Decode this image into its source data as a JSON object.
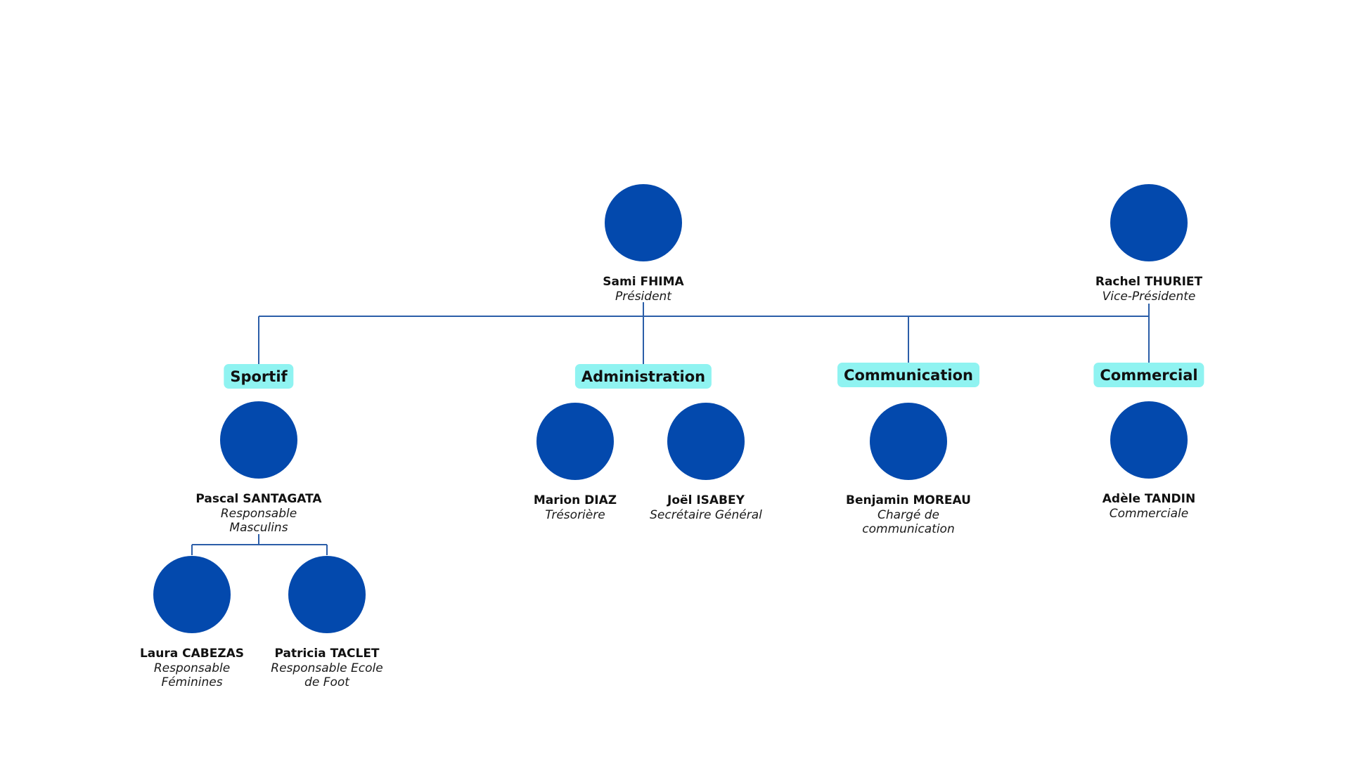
{
  "colors": {
    "avatar": "#0349ad",
    "connector": "#2b5ea8",
    "department_badge": "#8ff3f1"
  },
  "people": {
    "president": {
      "name": "Sami FHIMA",
      "role": "Président"
    },
    "vice_president": {
      "name": "Rachel THURIET",
      "role": "Vice-Présidente"
    },
    "sportif_head": {
      "name": "Pascal SANTAGATA",
      "role": "Responsable\nMasculins"
    },
    "feminines": {
      "name": "Laura CABEZAS",
      "role": "Responsable\nFéminines"
    },
    "ecole_foot": {
      "name": "Patricia TACLET",
      "role": "Responsable Ecole\nde Foot"
    },
    "tresoriere": {
      "name": "Marion DIAZ",
      "role": "Trésorière"
    },
    "secretaire": {
      "name": "Joël ISABEY",
      "role": "Secrétaire Général"
    },
    "communication": {
      "name": "Benjamin MOREAU",
      "role": "Chargé de\ncommunication"
    },
    "commerciale": {
      "name": "Adèle TANDIN",
      "role": "Commerciale"
    }
  },
  "departments": {
    "sportif": "Sportif",
    "administration": "Administration",
    "communication": "Communication",
    "commercial": "Commercial"
  }
}
